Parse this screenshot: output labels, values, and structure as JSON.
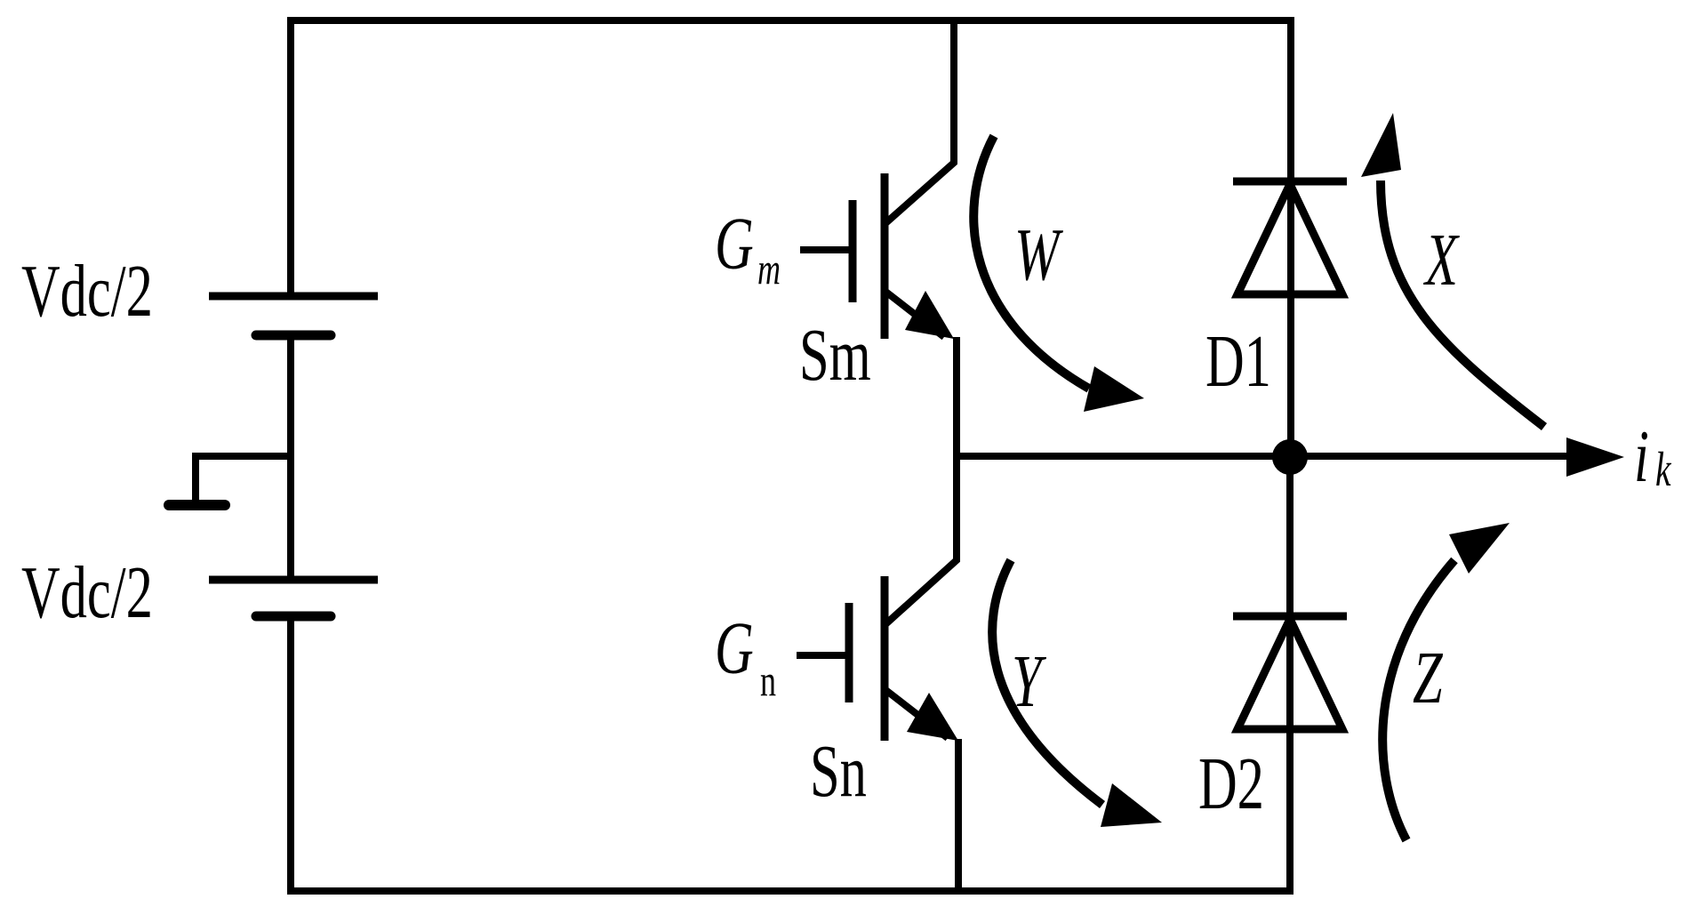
{
  "colors": {
    "line": "#000000",
    "background": "#ffffff"
  },
  "labels": {
    "source_top": "Vdc/2",
    "source_bottom": "Vdc/2",
    "gate_top": {
      "main": "G",
      "sub": "m"
    },
    "gate_bottom": {
      "main": "G",
      "sub": "n"
    },
    "switch_top": "Sm",
    "switch_bottom": "Sn",
    "diode_top": "D1",
    "diode_bottom": "D2",
    "path_w": "W",
    "path_x": "X",
    "path_y": "Y",
    "path_z": "Z",
    "output_current": {
      "main": "i",
      "sub": "k"
    }
  }
}
